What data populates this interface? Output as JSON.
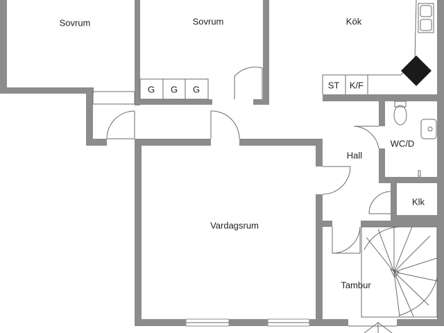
{
  "rooms": {
    "sovrum_1": "Sovrum",
    "sovrum_2": "Sovrum",
    "kok": "Kök",
    "hall": "Hall",
    "wc": "WC/D",
    "klk": "Klk",
    "vardagsrum": "Vardagsrum",
    "tambur": "Tambur"
  },
  "fixtures": {
    "garderob_1": "G",
    "garderob_2": "G",
    "garderob_3": "G",
    "st": "ST",
    "kf": "K/F"
  },
  "colors": {
    "wall": "#8c8c8c",
    "line": "#6a6a6a",
    "stove": "#1a1a1a"
  }
}
